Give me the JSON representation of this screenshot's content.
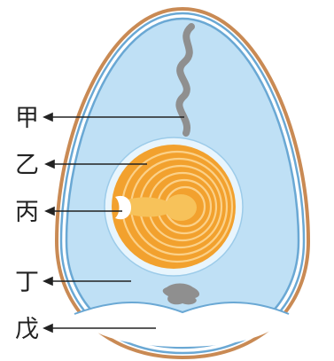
{
  "labels": {
    "jia": "甲",
    "yi": "乙",
    "bing": "丙",
    "ding": "丁",
    "wu": "戊"
  },
  "colors": {
    "shell": "#c98a54",
    "membrane": "#6aa8d4",
    "albumen": "#bfe0f5",
    "chalaza": "#8f8f8f",
    "yolk_outer": "#f2a12e",
    "yolk_inner": "#f7c25a",
    "vitelline": "#e8f5fd",
    "air_cell": "#ffffff",
    "pointer": "#222222"
  }
}
